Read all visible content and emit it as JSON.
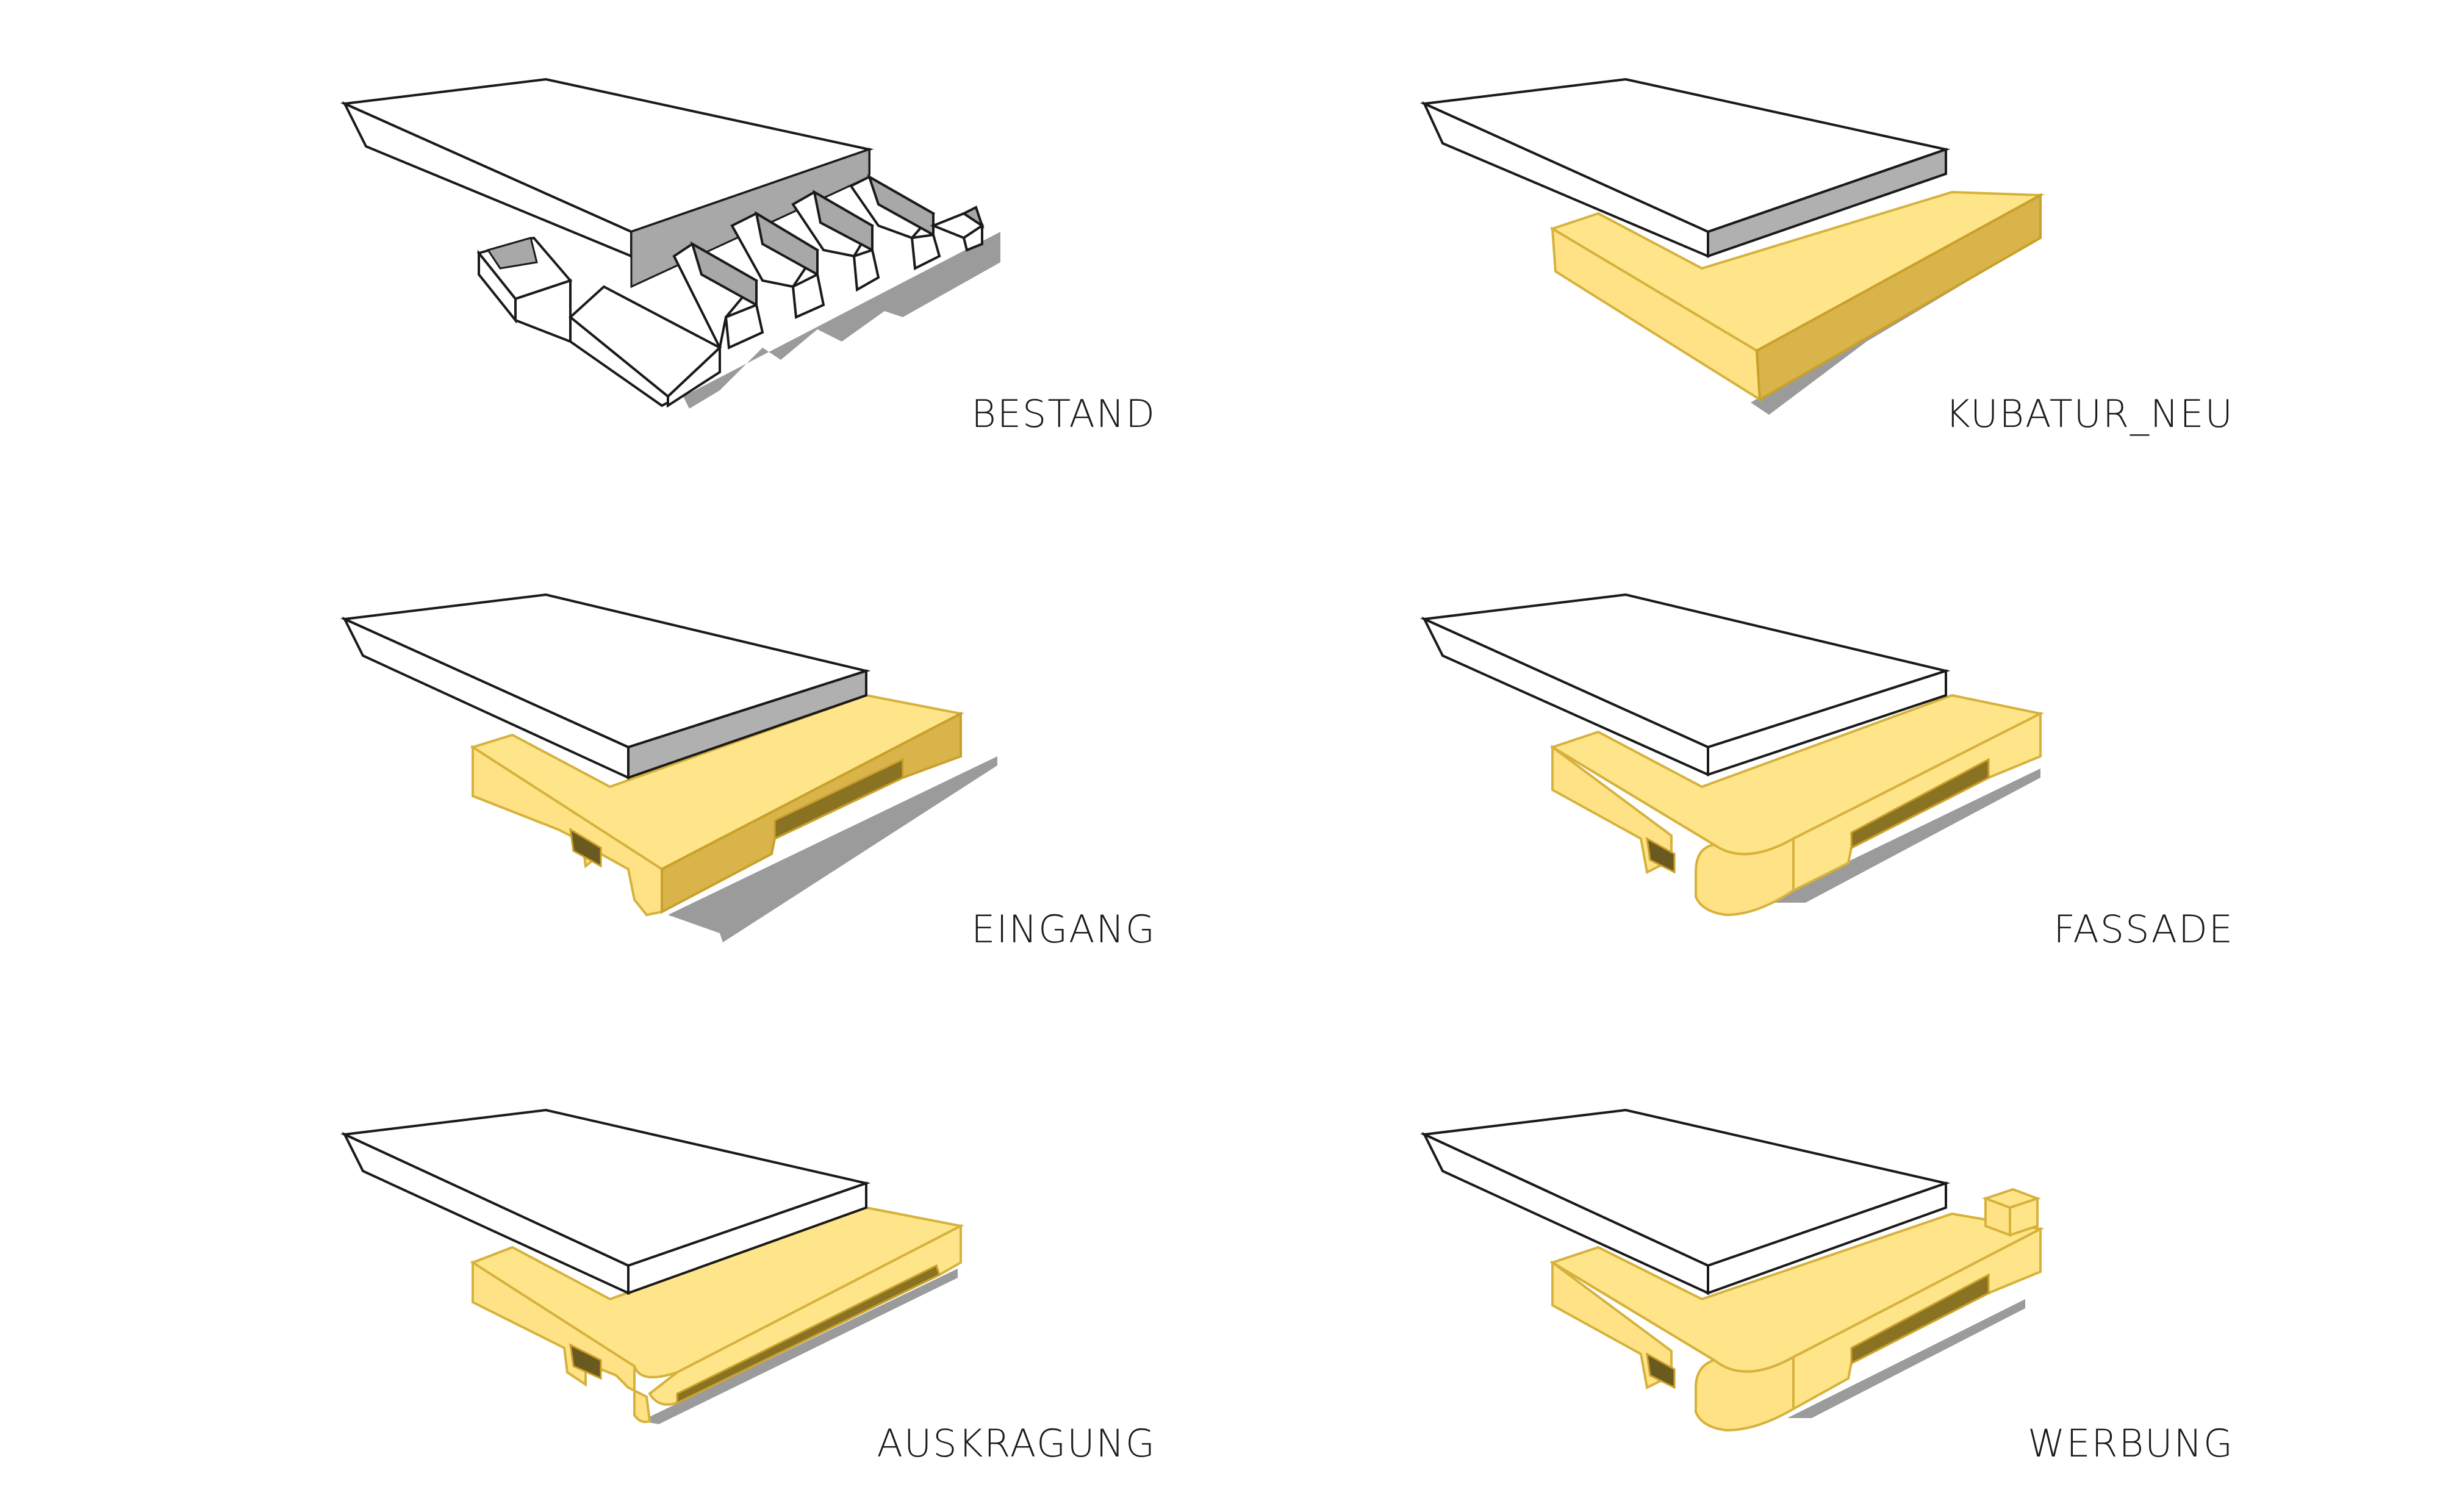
{
  "panels": [
    {
      "id": "bestand",
      "label": "BESTAND"
    },
    {
      "id": "kubatur",
      "label": "KUBATUR_NEU"
    },
    {
      "id": "eingang",
      "label": "EINGANG"
    },
    {
      "id": "fassade",
      "label": "FASSADE"
    },
    {
      "id": "auskragung",
      "label": "AUSKRAGUNG"
    },
    {
      "id": "werbung",
      "label": "WERBUNG"
    }
  ],
  "colors": {
    "background": "#ffffff",
    "existing_volume": "#ffffff",
    "line": "#1a1a1a",
    "new_volume_top": "#ffe58a",
    "new_volume_side": "#d9b44a",
    "shadow": "#9b9b9b"
  }
}
